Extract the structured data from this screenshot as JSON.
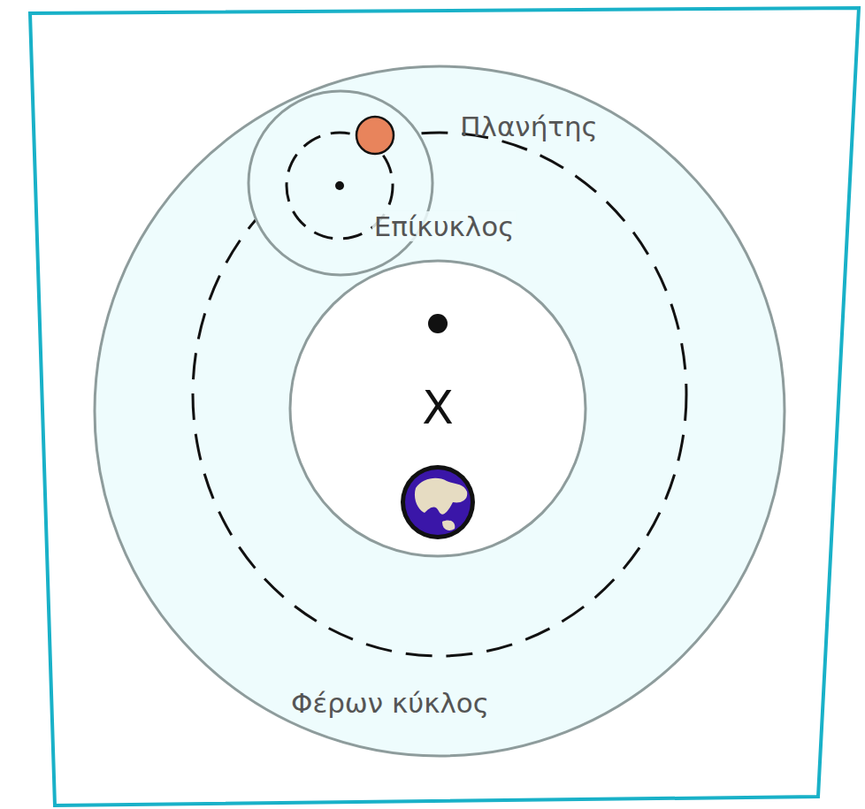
{
  "diagram": {
    "labels": [
      "Πλανήτης",
      "Επίκυκλος",
      "X",
      "Φέρων κύκλος"
    ]
  }
}
